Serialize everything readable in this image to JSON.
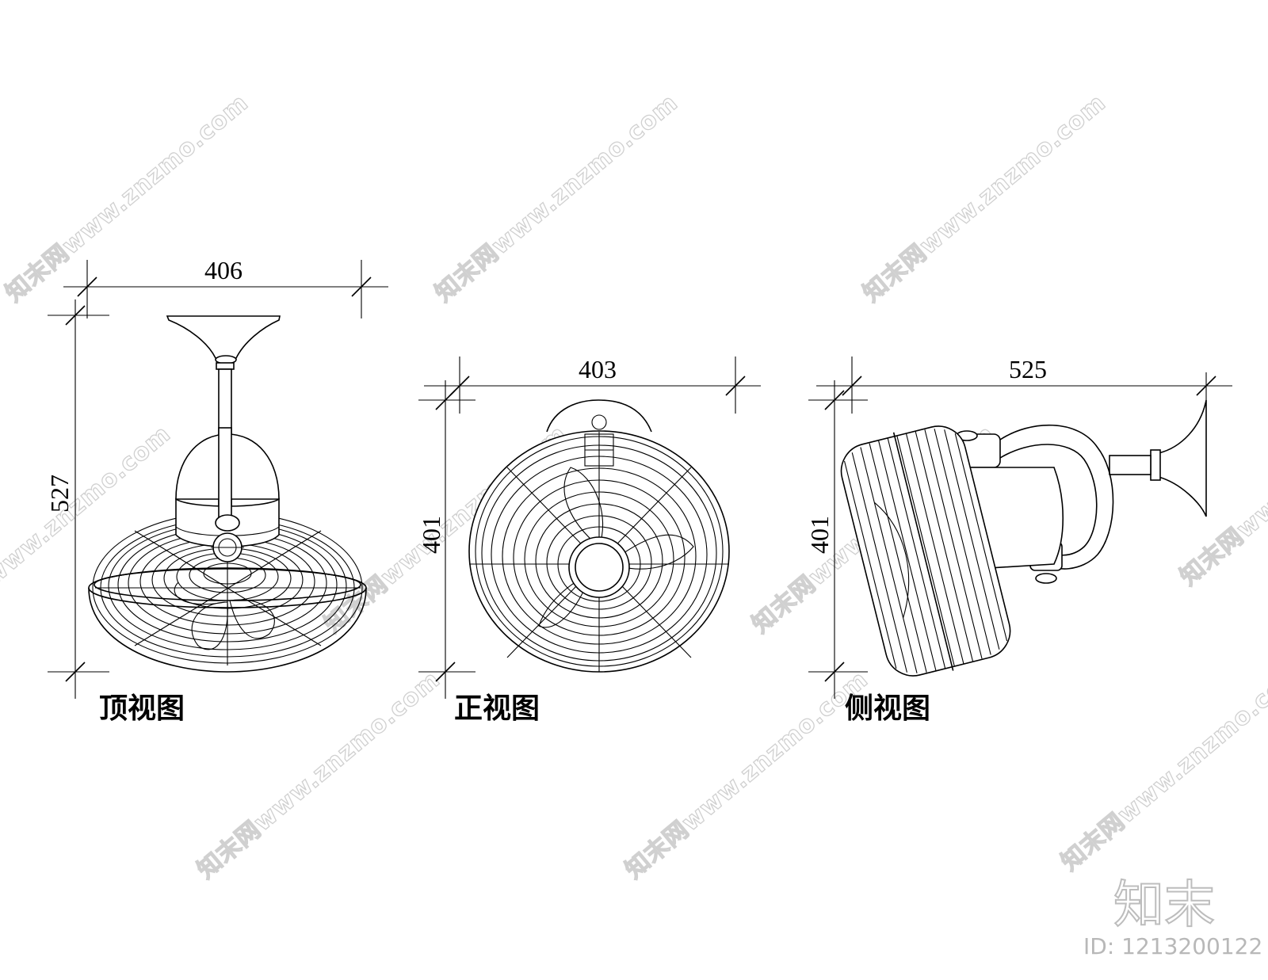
{
  "views": [
    {
      "id": "top",
      "caption": "顶视图",
      "width_dim": "406",
      "height_dim": "527"
    },
    {
      "id": "front",
      "caption": "正视图",
      "width_dim": "403",
      "height_dim": "401"
    },
    {
      "id": "side",
      "caption": "侧视图",
      "width_dim": "525",
      "height_dim": "401"
    }
  ],
  "watermark": {
    "text": "知末网www.znzmo.com"
  },
  "brand": {
    "logo": "知末",
    "id_label": "ID: 1213200122"
  }
}
